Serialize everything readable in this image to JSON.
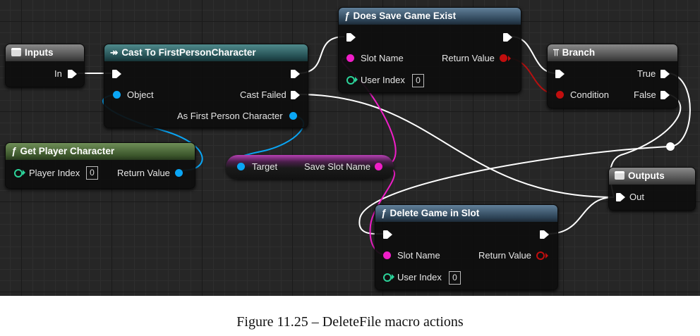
{
  "nodes": {
    "inputs": {
      "title": "Inputs",
      "pin_in": "In"
    },
    "cast": {
      "title": "Cast To FirstPersonCharacter",
      "object": "Object",
      "cast_failed": "Cast Failed",
      "as_character": "As First Person Character"
    },
    "does_exist": {
      "title": "Does Save Game Exist",
      "slot_name": "Slot Name",
      "return_value": "Return Value",
      "user_index": "User Index",
      "user_index_value": "0"
    },
    "branch": {
      "title": "Branch",
      "true": "True",
      "condition": "Condition",
      "false": "False"
    },
    "get_player": {
      "title": "Get Player Character",
      "player_index": "Player Index",
      "player_index_value": "0",
      "return_value": "Return Value"
    },
    "save_slot": {
      "target": "Target",
      "save_slot_name": "Save Slot Name"
    },
    "outputs": {
      "title": "Outputs",
      "out": "Out"
    },
    "delete_game": {
      "title": "Delete Game in Slot",
      "slot_name": "Slot Name",
      "return_value": "Return Value",
      "user_index": "User Index",
      "user_index_value": "0"
    }
  },
  "icons": {
    "function": "function-icon",
    "cast": "cast-arrow-icon",
    "branch": "branch-icon",
    "tunnel": "tunnel-box-icon"
  },
  "colors": {
    "exec": "#ffffff",
    "object": "#0aa6f5",
    "string": "#f01ec8",
    "bool": "#c10e0e",
    "integer": "#2cd39a"
  },
  "caption": "Figure 11.25 – DeleteFile macro actions"
}
